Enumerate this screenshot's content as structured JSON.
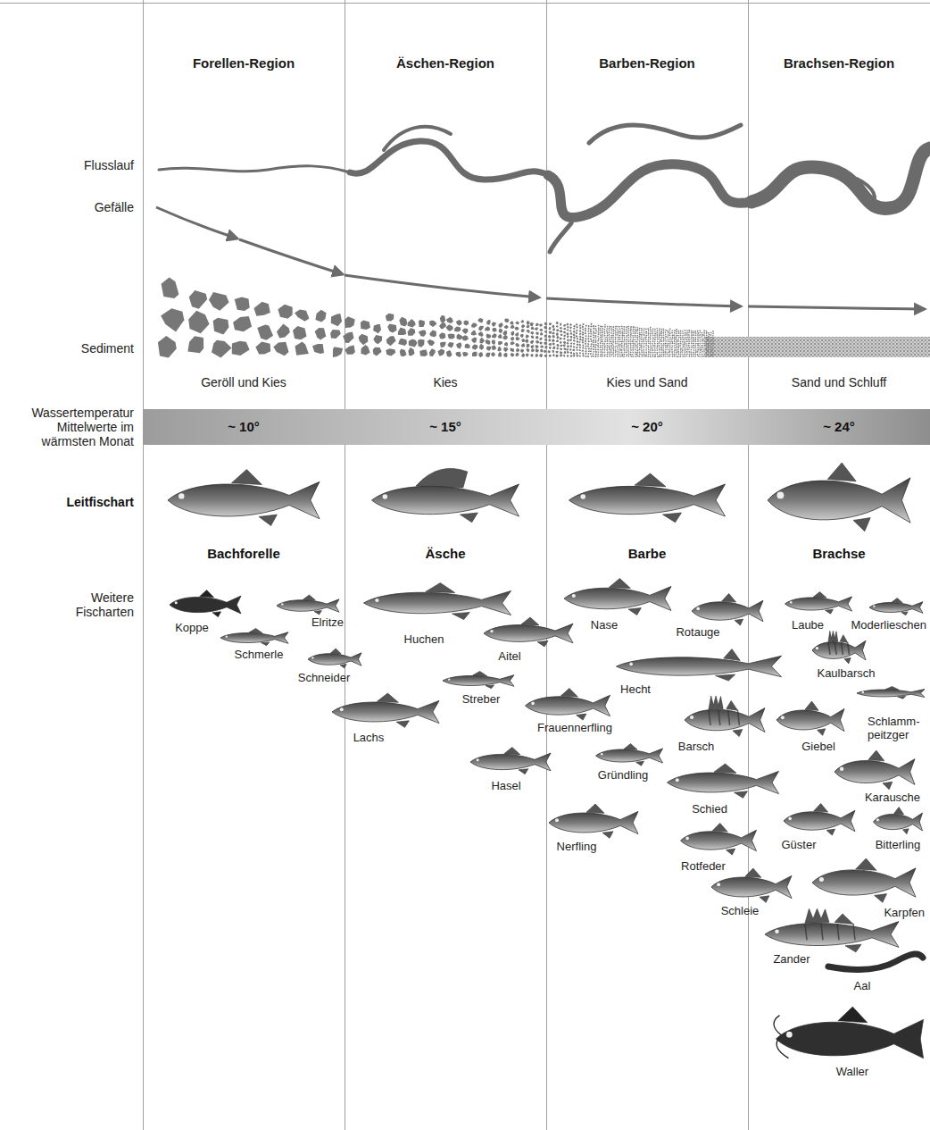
{
  "diagram": {
    "nodes": [
      {
        "text": [
          "Forellen-Region"
        ]
      },
      {
        "text": [
          "Äschen-Region"
        ]
      },
      {
        "text": [
          "Barben-Region"
        ]
      },
      {
        "text": [
          "Brachsen-Region"
        ]
      }
    ],
    "labels": [
      "Flusslauf",
      "Gefälle",
      "Sediment",
      "Wassertemperatur Mittelwerte im wärmsten Monat",
      "Leitfischart",
      "Weitere Fischarten",
      "Geröll und Kies",
      "Kies",
      "Kies und Sand",
      "Sand und Schluff",
      "~ 10°",
      "~ 15°",
      "~ 20°",
      "~ 24°",
      "Bachforelle",
      "Äsche",
      "Barbe",
      "Brachse",
      "Koppe",
      "Elritze",
      "Schmerle",
      "Schneider",
      "Lachs",
      "Huchen",
      "Aitel",
      "Streber",
      "Hasel",
      "Nase",
      "Rotauge",
      "Hecht",
      "Frauennerfling",
      "Barsch",
      "Gründling",
      "Schied",
      "Nerfling",
      "Rotfeder",
      "Schleie",
      "Laube",
      "Moderlieschen",
      "Kaulbarsch",
      "Schlamm- peitzger",
      "Giebel",
      "Karausche",
      "Güster",
      "Bitterling",
      "Karpfen",
      "Zander",
      "Aal",
      "Waller"
    ]
  }
}
